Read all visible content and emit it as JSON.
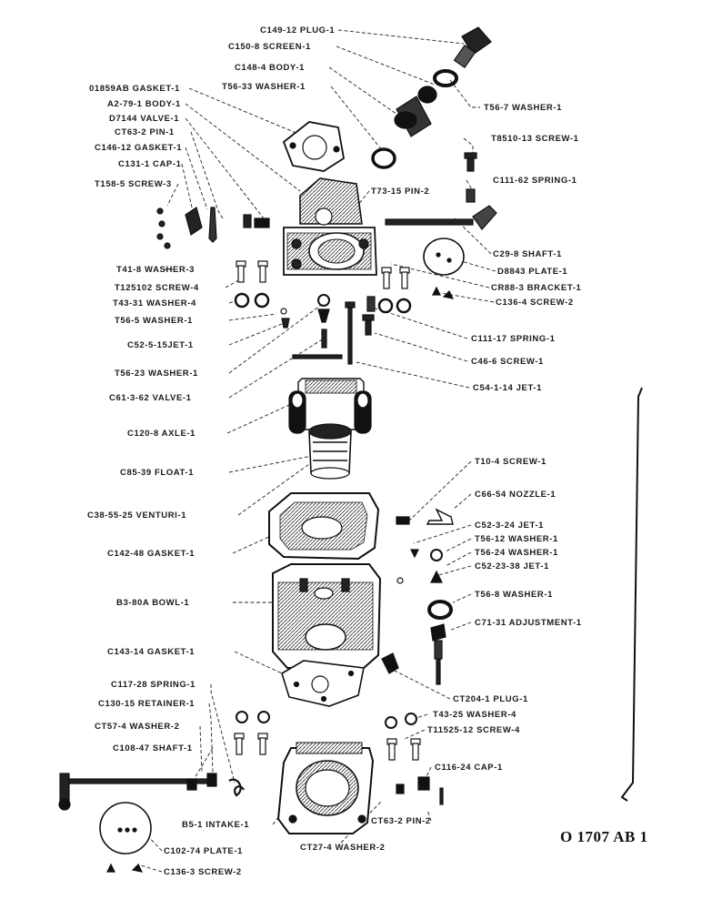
{
  "plate_code": "O 1707 AB 1",
  "labels": {
    "c149_12_plug": "C149-12 PLUG-1",
    "c150_8_screen": "C150-8 SCREEN-1",
    "c148_4_body": "C148-4 BODY-1",
    "t56_33_washer": "T56-33 WASHER-1",
    "t56_7_washer": "T56-7 WASHER-1",
    "d1859ab_gasket": "01859AB GASKET-1",
    "a2_79_body": "A2-79-1 BODY-1",
    "d7144_valve": "D7144 VALVE-1",
    "ct63_2_pin_top": "CT63-2 PIN-1",
    "c146_12_gasket": "C146-12 GASKET-1",
    "c131_cap": "C131-1 CAP-1",
    "t158_5_screw": "T158-5 SCREW-3",
    "t8510_13_screw": "T8510-13 SCREW-1",
    "c111_62_spring": "C111-62 SPRING-1",
    "t73_15_pin": "T73-15 PIN-2",
    "c29_8_shaft": "C29-8 SHAFT-1",
    "d8843_plate": "D8843 PLATE-1",
    "cr88_3_bracket": "CR88-3 BRACKET-1",
    "c136_4_screw": "C136-4 SCREW-2",
    "t41_8_washer": "T41-8 WASHER-3",
    "t125102_screw": "T125102 SCREW-4",
    "t43_31_washer": "T43-31 WASHER-4",
    "t56_5_washer": "T56-5 WASHER-1",
    "c52_5_15_jet": "C52-5-15JET-1",
    "t56_23_washer": "T56-23 WASHER-1",
    "c61_3_62_valve": "C61-3-62 VALVE-1",
    "c111_17_spring": "C111-17 SPRING-1",
    "c46_6_screw": "C46-6 SCREW-1",
    "c54_1_14_jet": "C54-1-14 JET-1",
    "c120_8_axle": "C120-8 AXLE-1",
    "c85_39_float": "C85-39 FLOAT-1",
    "c38_55_25_venturi": "C38-55-25 VENTURI-1",
    "c142_48_gasket": "C142-48 GASKET-1",
    "b3_80a_bowl": "B3-80A BOWL-1",
    "t10_4_screw": "T10-4 SCREW-1",
    "c66_54_nozzle": "C66-54 NOZZLE-1",
    "c52_3_24_jet": "C52-3-24 JET-1",
    "t56_12_washer": "T56-12 WASHER-1",
    "t56_24_washer": "T56-24 WASHER-1",
    "c52_23_38_jet": "C52-23-38 JET-1",
    "t56_8_washer": "T56-8 WASHER-1",
    "c71_31_adjustment": "C71-31 ADJUSTMENT-1",
    "c143_14_gasket": "C143-14 GASKET-1",
    "ct204_1_plug": "CT204-1 PLUG-1",
    "c117_28_spring": "C117-28 SPRING-1",
    "c130_15_retainer": "C130-15 RETAINER-1",
    "ct57_4_washer": "CT57-4 WASHER-2",
    "c108_47_shaft": "C108-47 SHAFT-1",
    "t43_25_washer": "T43-25 WASHER-4",
    "t11525_12_screw": "T11525-12 SCREW-4",
    "c116_24_cap": "C116-24 CAP-1",
    "b5_1_intake": "B5-1 INTAKE-1",
    "ct63_2_pin_bottom": "CT63-2 PIN-2",
    "ct27_4_washer": "CT27-4 WASHER-2",
    "c102_74_plate": "C102-74 PLATE-1",
    "c136_3_screw": "C136-3 SCREW-2"
  }
}
